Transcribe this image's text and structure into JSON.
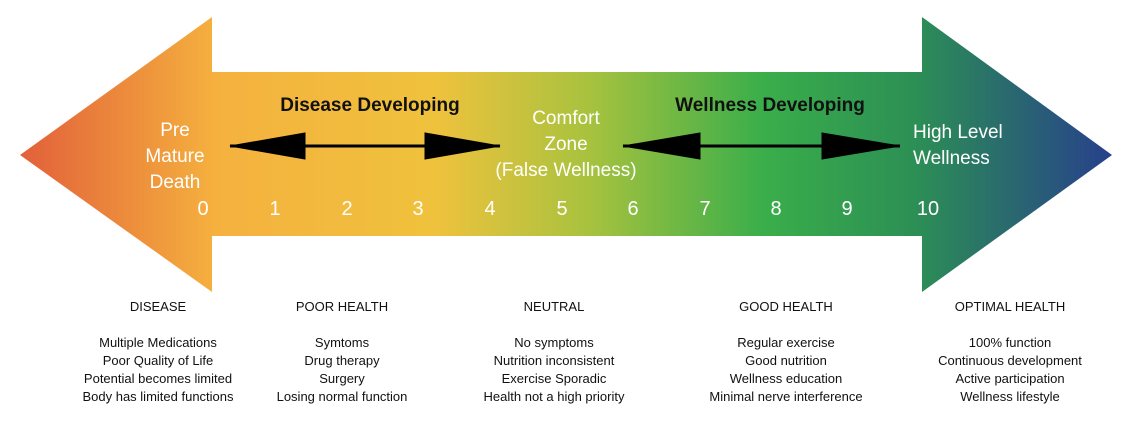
{
  "left_end": {
    "line1": "Pre",
    "line2": "Mature",
    "line3": "Death"
  },
  "center": {
    "line1": "Comfort",
    "line2": "Zone",
    "line3": "(False Wellness)"
  },
  "right_end": {
    "line1": "High Level",
    "line2": "Wellness"
  },
  "disease_developing": "Disease Developing",
  "wellness_developing": "Wellness Developing",
  "scale": [
    "0",
    "1",
    "2",
    "3",
    "4",
    "5",
    "6",
    "7",
    "8",
    "9",
    "10"
  ],
  "colors": {
    "left": "#e2603a",
    "orange": "#f5b13e",
    "yellow": "#c9c43a",
    "green": "#3aae4a",
    "teal": "#2a7a5e",
    "right": "#27408b"
  },
  "columns": [
    {
      "title": "DISEASE",
      "items": [
        "Multiple Medications",
        "Poor Quality of Life",
        "Potential becomes limited",
        "Body has limited functions"
      ]
    },
    {
      "title": "POOR HEALTH",
      "items": [
        "Symtoms",
        "Drug therapy",
        "Surgery",
        "Losing normal function"
      ]
    },
    {
      "title": "NEUTRAL",
      "items": [
        "No symptoms",
        "Nutrition inconsistent",
        "Exercise Sporadic",
        "Health not a high priority"
      ]
    },
    {
      "title": "GOOD HEALTH",
      "items": [
        "Regular exercise",
        "Good nutrition",
        "Wellness education",
        "Minimal nerve interference"
      ]
    },
    {
      "title": "OPTIMAL HEALTH",
      "items": [
        "100% function",
        "Continuous development",
        "Active participation",
        "Wellness lifestyle"
      ]
    }
  ]
}
